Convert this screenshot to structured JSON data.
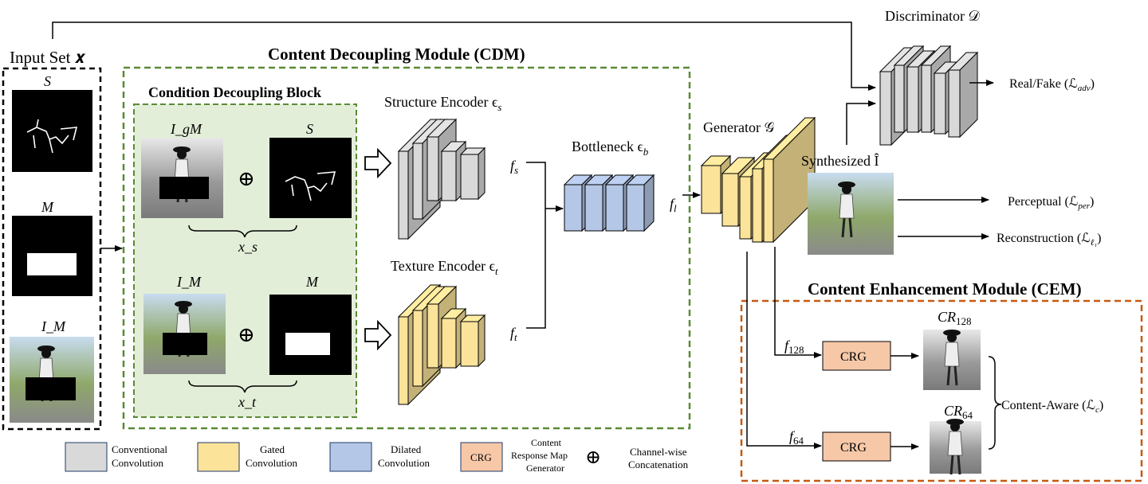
{
  "input_set": {
    "title": "Input Set 𝒙",
    "s": "S",
    "m": "M",
    "im": "I_M"
  },
  "cdm": {
    "title": "Content Decoupling Module (CDM)",
    "block_title": "Condition Decoupling Block",
    "igm": "I_gM",
    "s": "S",
    "im": "I_M",
    "m": "M",
    "xs": "x_s",
    "xt": "x_t",
    "oplus": "⊕"
  },
  "encoders": {
    "structure": "Structure Encoder ϵ",
    "structure_sub": "s",
    "texture": "Texture Encoder ϵ",
    "texture_sub": "t",
    "fs": "f",
    "fs_sub": "s",
    "ft": "f",
    "ft_sub": "t",
    "bottleneck": "Bottleneck ϵ",
    "bottleneck_sub": "b",
    "fl": "f",
    "fl_sub": "l"
  },
  "generator": {
    "title": "Generator 𝒢"
  },
  "discriminator": {
    "title": "Discriminator 𝒟"
  },
  "outputs": {
    "realfake": "Real/Fake (ℒ",
    "realfake_sub": "adv",
    "synth": "Synthesized Î",
    "perceptual": "Perceptual (ℒ",
    "perceptual_sub": "per",
    "reconstruction": "Reconstruction (ℒ",
    "reconstruction_sub": "ℓ₁"
  },
  "cem": {
    "title": "Content Enhancement Module (CEM)",
    "crg": "CRG",
    "f128": "f",
    "f128_sub": "128",
    "f64": "f",
    "f64_sub": "64",
    "cr128": "CR",
    "cr128_sub": "128",
    "cr64": "CR",
    "cr64_sub": "64",
    "content_aware": "Content-Aware (ℒ",
    "content_aware_sub": "c"
  },
  "legend": {
    "conv_1": "Conventional",
    "conv_2": "Convolution",
    "gated_1": "Gated",
    "gated_2": "Convolution",
    "dilated_1": "Dilated",
    "dilated_2": "Convolution",
    "crg_box": "CRG",
    "crg_1": "Content",
    "crg_2": "Response Map",
    "crg_3": "Generator",
    "concat_sym": "⊕",
    "concat_1": "Channel-wise",
    "concat_2": "Concatenation"
  },
  "colors": {
    "gray_fill": "#d9d9d9",
    "yellow_fill": "#fbe39a",
    "blue_fill": "#b5c7e6",
    "crg_fill": "#f6c8a8",
    "cdm_border": "#5a8a35",
    "block_bg": "#e3eed8",
    "cem_border": "#c55a11"
  }
}
